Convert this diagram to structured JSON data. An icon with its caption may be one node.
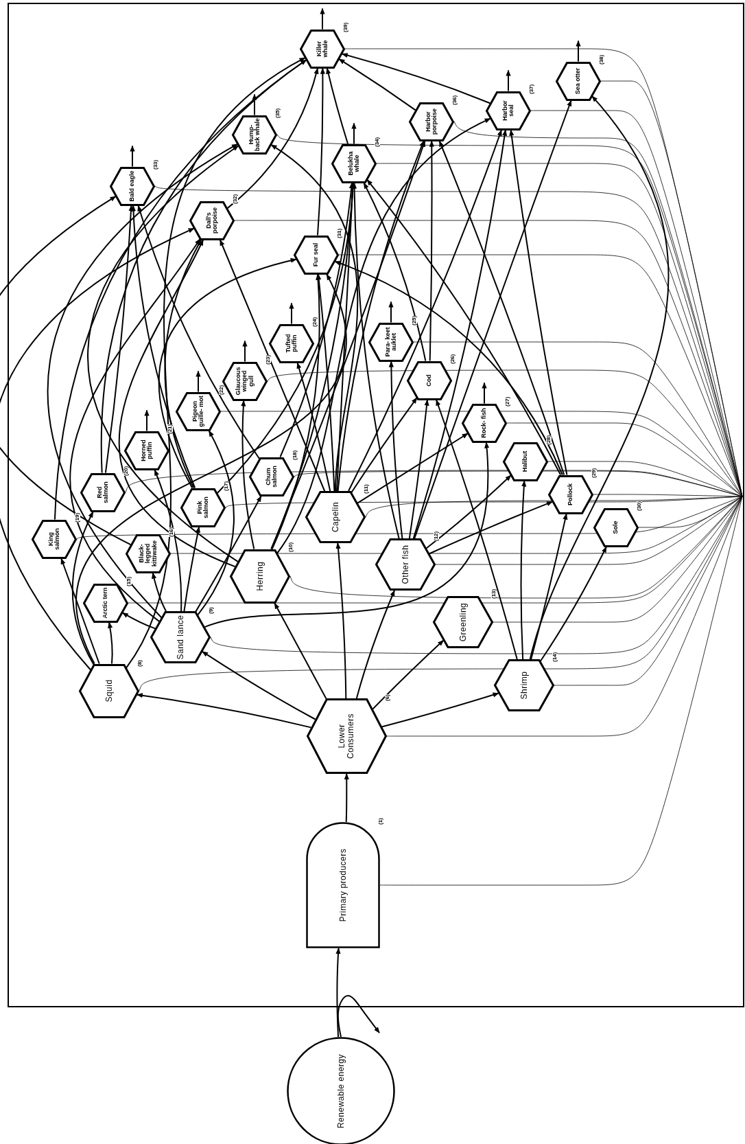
{
  "diagram": {
    "nodes": [
      {
        "text": [
          "Renewable energy"
        ]
      },
      {
        "text": [
          "Primary producers"
        ],
        "beside": [
          "(1)"
        ]
      },
      {
        "text": [
          "Lower Consumers"
        ],
        "beside": [
          "(6)"
        ]
      },
      {
        "text": [
          "Squid"
        ],
        "beside": [
          "(8)"
        ]
      },
      {
        "text": [
          "Sand lance"
        ],
        "beside": [
          "(9)"
        ]
      },
      {
        "text": [
          "Herring"
        ],
        "beside": [
          "(10)"
        ]
      },
      {
        "text": [
          "Capelin"
        ],
        "beside": [
          "(11)"
        ]
      },
      {
        "text": [
          "Other fish"
        ],
        "beside": [
          "(12)"
        ]
      },
      {
        "text": [
          "Greenling"
        ],
        "beside": [
          "(13)"
        ]
      },
      {
        "text": [
          "Shrimp"
        ],
        "beside": [
          "(14)"
        ]
      },
      {
        "text": [
          "Arctic tern"
        ],
        "beside": [
          "(15)"
        ]
      },
      {
        "text": [
          "Black- legged kittiwake"
        ],
        "beside": [
          "(16)"
        ]
      },
      {
        "text": [
          "Pink salmon"
        ],
        "beside": [
          "(17)"
        ]
      },
      {
        "text": [
          "Chum salmon"
        ],
        "beside": [
          "(18)"
        ]
      },
      {
        "text": [
          "King salmon"
        ],
        "beside": [
          "(19)"
        ]
      },
      {
        "text": [
          "Red salmon"
        ],
        "beside": [
          "(20)"
        ]
      },
      {
        "text": [
          "Horned puffin"
        ],
        "beside": [
          "(21)"
        ]
      },
      {
        "text": [
          "Pigeon guille- mot"
        ],
        "beside": [
          "(22)"
        ]
      },
      {
        "text": [
          "Glaucous winged gull"
        ],
        "beside": [
          "(23)"
        ]
      },
      {
        "text": [
          "Tufted puffin"
        ],
        "beside": [
          "(24)"
        ]
      },
      {
        "text": [
          "Para- keet auklet"
        ],
        "beside": [
          "(25)"
        ]
      },
      {
        "text": [
          "Cod"
        ],
        "beside": [
          "(26)"
        ]
      },
      {
        "text": [
          "Rock- fish"
        ],
        "beside": [
          "(27)"
        ]
      },
      {
        "text": [
          "Halibut"
        ],
        "beside": [
          "(28)"
        ]
      },
      {
        "text": [
          "Pollock"
        ],
        "beside": [
          "(29)"
        ]
      },
      {
        "text": [
          "Sole"
        ],
        "beside": [
          "(30)"
        ]
      },
      {
        "text": [
          "Fur seal"
        ],
        "beside": [
          "(31)"
        ]
      },
      {
        "text": [
          "Dall's porpoise"
        ],
        "beside": [
          "(32)"
        ]
      },
      {
        "text": [
          "Bald eagle"
        ],
        "beside": [
          "(33)"
        ]
      },
      {
        "text": [
          "Belukha whale"
        ],
        "beside": [
          "(34)"
        ]
      },
      {
        "text": [
          "Hump- back whale"
        ],
        "beside": [
          "(35)"
        ]
      },
      {
        "text": [
          "Harbor porpoise"
        ],
        "beside": [
          "(36)"
        ]
      },
      {
        "text": [
          "Harbor seal"
        ],
        "beside": [
          "(37)"
        ]
      },
      {
        "text": [
          "Sea otter"
        ],
        "beside": [
          "(38)"
        ]
      },
      {
        "text": [
          "Killer whale"
        ],
        "beside": [
          "(39)"
        ]
      }
    ],
    "edges": [
      {
        "from": 0,
        "to": 1,
        "arrow": "to"
      },
      {
        "from": 0,
        "to": null,
        "arrow": "to"
      },
      {
        "from": 1,
        "to": 2,
        "arrow": "to"
      },
      {
        "from": 2,
        "to": 3,
        "arrow": "to"
      },
      {
        "from": 2,
        "to": 4,
        "arrow": "to"
      },
      {
        "from": 2,
        "to": 5,
        "arrow": "to"
      },
      {
        "from": 2,
        "to": 6,
        "arrow": "to"
      },
      {
        "from": 2,
        "to": 7,
        "arrow": "to"
      },
      {
        "from": 2,
        "to": 8,
        "arrow": "to"
      },
      {
        "from": 2,
        "to": 9,
        "arrow": "to"
      },
      {
        "from": 3,
        "to": 10,
        "arrow": "to"
      },
      {
        "from": 4,
        "to": 10,
        "arrow": "to"
      },
      {
        "from": 3,
        "to": 14,
        "arrow": "to"
      },
      {
        "from": 3,
        "to": 15,
        "arrow": "to"
      },
      {
        "from": 4,
        "to": 11,
        "arrow": "to"
      },
      {
        "from": 4,
        "to": 12,
        "arrow": "to"
      },
      {
        "from": 4,
        "to": 13,
        "arrow": "to"
      },
      {
        "from": 4,
        "to": 16,
        "arrow": "to"
      },
      {
        "from": 4,
        "to": 17,
        "arrow": "to"
      },
      {
        "from": 5,
        "to": 18,
        "arrow": "to"
      },
      {
        "from": 6,
        "to": 19,
        "arrow": "to"
      },
      {
        "from": 7,
        "to": 20,
        "arrow": "to"
      },
      {
        "from": 6,
        "to": 21,
        "arrow": "to"
      },
      {
        "from": 7,
        "to": 21,
        "arrow": "to"
      },
      {
        "from": 9,
        "to": 21,
        "arrow": "to"
      },
      {
        "from": 4,
        "to": 22,
        "arrow": "to"
      },
      {
        "from": 6,
        "to": 22,
        "arrow": "to"
      },
      {
        "from": 7,
        "to": 23,
        "arrow": "to"
      },
      {
        "from": 9,
        "to": 23,
        "arrow": "to"
      },
      {
        "from": 7,
        "to": 24,
        "arrow": "to"
      },
      {
        "from": 9,
        "to": 24,
        "arrow": "to"
      },
      {
        "from": 9,
        "to": 25,
        "arrow": "to"
      },
      {
        "from": 3,
        "to": 26,
        "arrow": "to"
      },
      {
        "from": 5,
        "to": 26,
        "arrow": "to"
      },
      {
        "from": 6,
        "to": 26,
        "arrow": "to"
      },
      {
        "from": 12,
        "to": 26,
        "arrow": "to"
      },
      {
        "from": 24,
        "to": 26,
        "arrow": "to"
      },
      {
        "from": 3,
        "to": 27,
        "arrow": "to"
      },
      {
        "from": 4,
        "to": 27,
        "arrow": "to"
      },
      {
        "from": 5,
        "to": 27,
        "arrow": "to"
      },
      {
        "from": 6,
        "to": 27,
        "arrow": "to"
      },
      {
        "from": 12,
        "to": 27,
        "arrow": "to"
      },
      {
        "from": 11,
        "to": 28,
        "arrow": "to"
      },
      {
        "from": 12,
        "to": 28,
        "arrow": "to"
      },
      {
        "from": 13,
        "to": 28,
        "arrow": "to"
      },
      {
        "from": 15,
        "to": 28,
        "arrow": "to"
      },
      {
        "from": 5,
        "to": 29,
        "arrow": "to"
      },
      {
        "from": 6,
        "to": 29,
        "arrow": "to"
      },
      {
        "from": 7,
        "to": 29,
        "arrow": "to"
      },
      {
        "from": 12,
        "to": 29,
        "arrow": "to"
      },
      {
        "from": 13,
        "to": 29,
        "arrow": "to"
      },
      {
        "from": 21,
        "to": 29,
        "arrow": "to"
      },
      {
        "from": 24,
        "to": 29,
        "arrow": "to"
      },
      {
        "from": 4,
        "to": 30,
        "arrow": "to"
      },
      {
        "from": 5,
        "to": 30,
        "arrow": "to"
      },
      {
        "from": 6,
        "to": 30,
        "arrow": "to"
      },
      {
        "from": 5,
        "to": 31,
        "arrow": "to"
      },
      {
        "from": 6,
        "to": 31,
        "arrow": "to"
      },
      {
        "from": 21,
        "to": 31,
        "arrow": "to"
      },
      {
        "from": 24,
        "to": 31,
        "arrow": "to"
      },
      {
        "from": 5,
        "to": 32,
        "arrow": "to"
      },
      {
        "from": 6,
        "to": 32,
        "arrow": "to"
      },
      {
        "from": 7,
        "to": 32,
        "arrow": "to"
      },
      {
        "from": 24,
        "to": 32,
        "arrow": "to"
      },
      {
        "from": 7,
        "to": 33,
        "arrow": "to"
      },
      {
        "from": 9,
        "to": 33,
        "arrow": "to"
      },
      {
        "from": 3,
        "to": 34,
        "arrow": "to"
      },
      {
        "from": 14,
        "to": 34,
        "arrow": "to"
      },
      {
        "from": 15,
        "to": 34,
        "arrow": "to"
      },
      {
        "from": 26,
        "to": 34,
        "arrow": "to"
      },
      {
        "from": 27,
        "to": 34,
        "arrow": "to"
      },
      {
        "from": 29,
        "to": 34,
        "arrow": "to"
      },
      {
        "from": 31,
        "to": 34,
        "arrow": "to"
      },
      {
        "from": 32,
        "to": 34,
        "arrow": "to"
      },
      {
        "from": 16,
        "to": null,
        "arrow": "to"
      },
      {
        "from": 17,
        "to": null,
        "arrow": "to"
      },
      {
        "from": 18,
        "to": null,
        "arrow": "to"
      },
      {
        "from": 19,
        "to": null,
        "arrow": "to"
      },
      {
        "from": 20,
        "to": null,
        "arrow": "to"
      },
      {
        "from": 22,
        "to": null,
        "arrow": "to"
      },
      {
        "from": 28,
        "to": null,
        "arrow": "to"
      },
      {
        "from": 29,
        "to": null,
        "arrow": "to"
      },
      {
        "from": 30,
        "to": null,
        "arrow": "to"
      },
      {
        "from": 32,
        "to": null,
        "arrow": "to"
      },
      {
        "from": 33,
        "to": null,
        "arrow": "to"
      },
      {
        "from": 34,
        "to": null,
        "arrow": "to"
      },
      {
        "from": 1,
        "to": null,
        "arrow": "none"
      },
      {
        "from": 2,
        "to": null,
        "arrow": "none"
      },
      {
        "from": 3,
        "to": null,
        "arrow": "none"
      },
      {
        "from": 4,
        "to": null,
        "arrow": "none"
      },
      {
        "from": 5,
        "to": null,
        "arrow": "none"
      },
      {
        "from": 6,
        "to": null,
        "arrow": "none"
      },
      {
        "from": 7,
        "to": null,
        "arrow": "none"
      },
      {
        "from": 8,
        "to": null,
        "arrow": "none"
      },
      {
        "from": 9,
        "to": null,
        "arrow": "none"
      },
      {
        "from": 10,
        "to": null,
        "arrow": "none"
      },
      {
        "from": 11,
        "to": null,
        "arrow": "none"
      },
      {
        "from": 12,
        "to": null,
        "arrow": "none"
      },
      {
        "from": 13,
        "to": null,
        "arrow": "none"
      },
      {
        "from": 14,
        "to": null,
        "arrow": "none"
      },
      {
        "from": 15,
        "to": null,
        "arrow": "none"
      },
      {
        "from": 17,
        "to": null,
        "arrow": "none"
      },
      {
        "from": 18,
        "to": null,
        "arrow": "none"
      },
      {
        "from": 20,
        "to": null,
        "arrow": "none"
      },
      {
        "from": 22,
        "to": null,
        "arrow": "none"
      },
      {
        "from": 23,
        "to": null,
        "arrow": "none"
      },
      {
        "from": 24,
        "to": null,
        "arrow": "none"
      },
      {
        "from": 25,
        "to": null,
        "arrow": "none"
      },
      {
        "from": 26,
        "to": null,
        "arrow": "none"
      },
      {
        "from": 27,
        "to": null,
        "arrow": "none"
      },
      {
        "from": 28,
        "to": null,
        "arrow": "none"
      },
      {
        "from": 29,
        "to": null,
        "arrow": "none"
      },
      {
        "from": 30,
        "to": null,
        "arrow": "none"
      },
      {
        "from": 31,
        "to": null,
        "arrow": "none"
      },
      {
        "from": 32,
        "to": null,
        "arrow": "none"
      },
      {
        "from": 33,
        "to": null,
        "arrow": "none"
      },
      {
        "from": 34,
        "to": null,
        "arrow": "none"
      }
    ]
  }
}
